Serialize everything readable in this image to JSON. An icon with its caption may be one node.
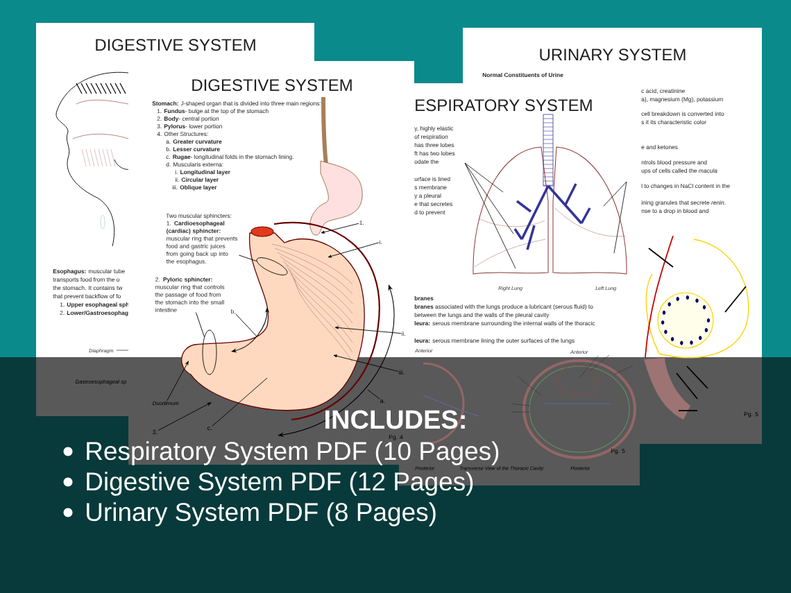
{
  "diagram": {
    "nodes": [
      {
        "text": [
          "1. **Cardioesophageal (cardiac) sphincter:** muscular ring that prevents food and gastric juices from going back up into the esophagus."
        ]
      },
      {
        "text": [
          "2. **Pyloric sphincter:** muscular ring that controls the passage of food from the stomach into the small intestine"
        ]
      },
      {
        "text": [
          "1."
        ]
      },
      {
        "text": [
          "i."
        ]
      },
      {
        "text": [
          "ii."
        ]
      },
      {
        "text": [
          "iii."
        ]
      },
      {
        "text": [
          "a."
        ]
      },
      {
        "text": [
          "b."
        ]
      },
      {
        "text": [
          "c."
        ]
      },
      {
        "text": [
          "3."
        ]
      },
      {
        "text": [
          "Duodenum"
        ]
      },
      {
        "text": [],
        "shape": "ellipse"
      },
      {
        "text": [],
        "shape": "ellipse"
      }
    ],
    "edges": [
      {
        "from": 0,
        "to": 11,
        "arrow": "none"
      },
      {
        "from": 1,
        "to": 12,
        "arrow": "none"
      },
      {
        "from": 2,
        "to": null,
        "arrow": "to"
      },
      {
        "from": 3,
        "to": null,
        "arrow": "to"
      },
      {
        "from": 4,
        "to": null,
        "arrow": "to"
      },
      {
        "from": 5,
        "to": null,
        "arrow": "to"
      },
      {
        "from": 6,
        "to": null,
        "arrow": "none"
      },
      {
        "from": 7,
        "to": null,
        "arrow": "none"
      },
      {
        "from": 8,
        "to": null,
        "arrow": "none"
      },
      {
        "from": 9,
        "to": null,
        "arrow": "to"
      },
      {
        "from": 10,
        "to": null,
        "arrow": "to"
      }
    ],
    "labels": [
      "DIGESTIVE SYSTEM",
      "**Esophagus:** muscular tube",
      "transports food from the o",
      "the stomach. It contains tw",
      "that prevent backflow of fo",
      "1. **Upper esophageal sph**",
      "2. **Lower/Gastroesophag**",
      "Diaphragm",
      "Gastroesophageal sp",
      "DIGESTIVE SYSTEM",
      "**Stomach:** J-shaped organ that is divided into three main regions:",
      "1. **Fundus**- bulge at the top of the stomach",
      "2. **Body**- central portion",
      "3. **Pylorus**- lower portion",
      "4. Other Structures:",
      "a. **Greater curvature**",
      "b. **Lesser curvature**",
      "c. **Rugae**- longitudinal folds in the stomach lining.",
      "d. Muscularis externa:",
      "i. **Longitudinal layer**",
      "ii. **Circular layer**",
      "iii. **Oblique layer**",
      "Two muscular sphincters:",
      "Pg. 4",
      "ESPIRATORY SYSTEM",
      "y, highly elastic",
      "of respiration",
      "has three lobes",
      "ft has two lobes",
      "odate the",
      "urface is lined",
      "s membrane",
      "y a pleural",
      "e that secretes",
      "d to prevent",
      "Right Lung",
      "Left Lung",
      "branes",
      "**branes** associated with the lungs produce a lubricant (serous fluid) to",
      "between the lungs and the walls of the pleural cavity",
      "**leura:** serous membrane surrounding the internal walls of the thoracic",
      "**leura:** serous membrane lining the outer surfaces of the lungs",
      "Anterior",
      "Anterior",
      "Posterior",
      "Transverse View of the Thoracic Cavity",
      "Posterior",
      "Pg. 5",
      "URINARY SYSTEM",
      "Normal Constituents of Urine",
      "c acid, creatinine",
      "a), magnesium (Mg), potassium",
      "cell breakdown is converted into",
      "s it its characteristic color",
      "e and ketones",
      "ntrols blood pressure and",
      "ups of cells called the *macula*",
      "l to changes in NaCl content in the",
      "ining granules that secrete *renin*.",
      "nse to a drop in blood and",
      "Pg. 5",
      "INCLUDES:",
      "Respiratory System PDF (10 Pages)",
      "Digestive System PDF (12 Pages)",
      "Urinary System PDF (8 Pages)"
    ]
  }
}
